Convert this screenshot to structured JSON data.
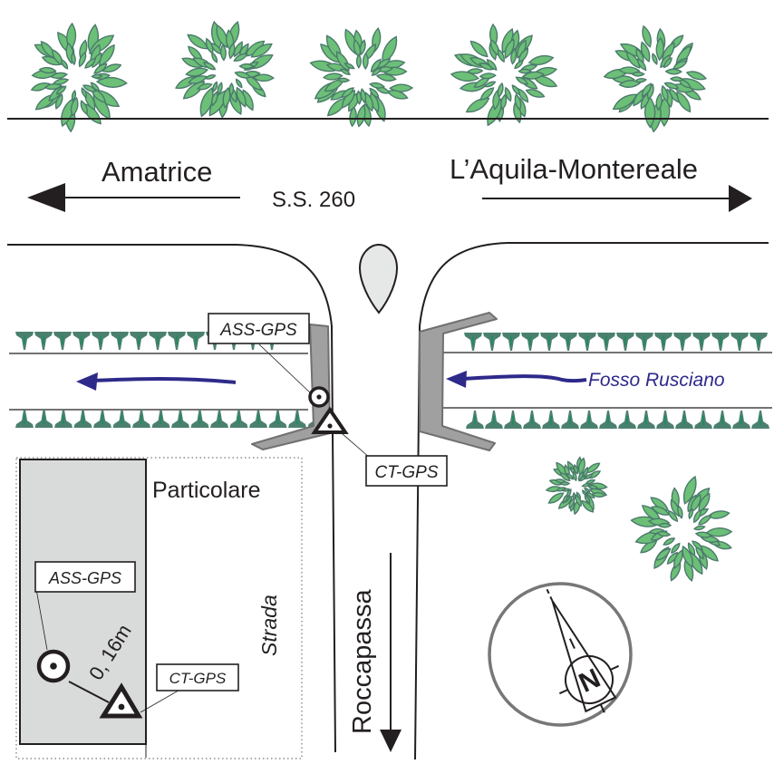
{
  "labels": {
    "west_destination": "Amatrice",
    "east_destination": "L’Aquila-Montereale",
    "road_name": "S.S. 260",
    "stream_name": "Fosso Rusciano",
    "ass_gps": "ASS-GPS",
    "ct_gps": "CT-GPS",
    "detail_title": "Particolare",
    "detail_road": "Strada",
    "detail_distance": "0, 16m",
    "south_destination": "Roccapassa",
    "north_letter": "N"
  },
  "colors": {
    "tree_fill": "#6cbf77",
    "tree_stroke": "#4b7a6c",
    "hedge": "#4b8070",
    "hedge_accent": "#1e8c5a",
    "stream_arrow": "#2e2a8a",
    "stream_text": "#2e2a8a",
    "bridge_fill": "#a0a0a0",
    "bridge_stroke": "#707070",
    "detail_fill": "#d9dbdb",
    "island_fill": "#e6e7e7",
    "ink": "#231f20",
    "compass_ring": "#777777"
  },
  "icons": {
    "tree": "tree-canopy-icon",
    "ass_marker": "circle-dot-marker-icon",
    "ct_marker": "triangle-dot-marker-icon",
    "compass": "north-arrow-compass-icon",
    "arrow": "arrow-icon"
  }
}
